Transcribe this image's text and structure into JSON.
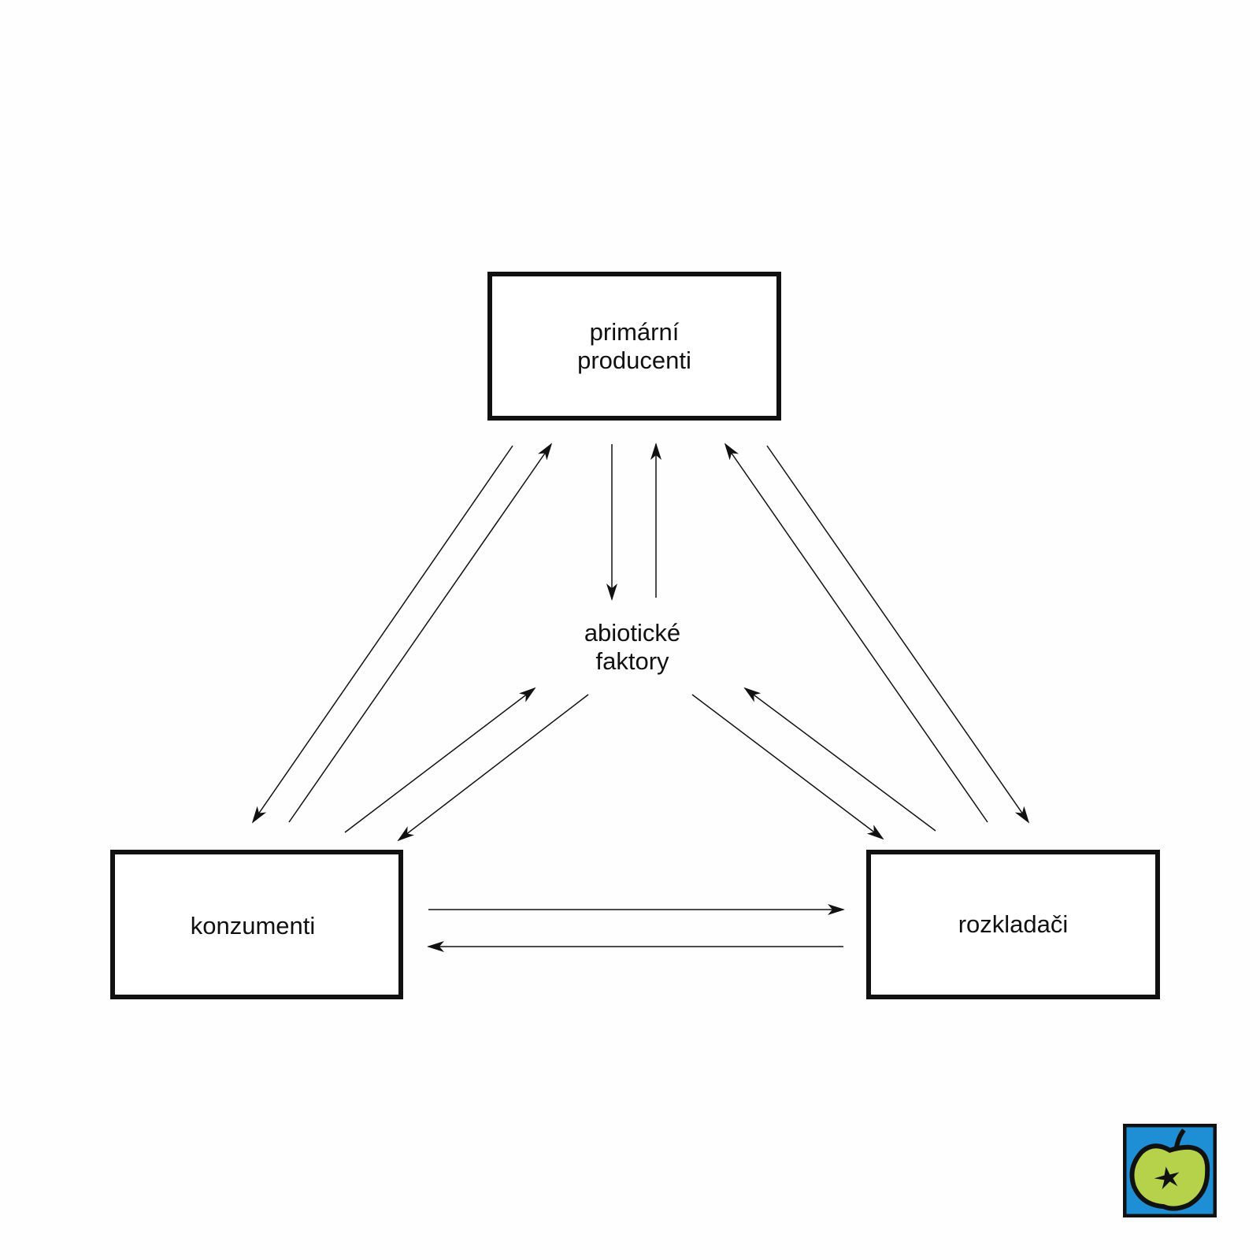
{
  "nodes": {
    "producers": {
      "line1": "primární",
      "line2": "producenti"
    },
    "abiotic": {
      "line1": "abiotické",
      "line2": "faktory"
    },
    "consumers": {
      "label": "konzumenti"
    },
    "decomposers": {
      "label": "rozkladači"
    }
  },
  "logo": {
    "icon": "apple-logo-icon",
    "colors": {
      "background": "#1e8fd5",
      "apple": "#b5d24a",
      "outline": "#111111"
    }
  }
}
